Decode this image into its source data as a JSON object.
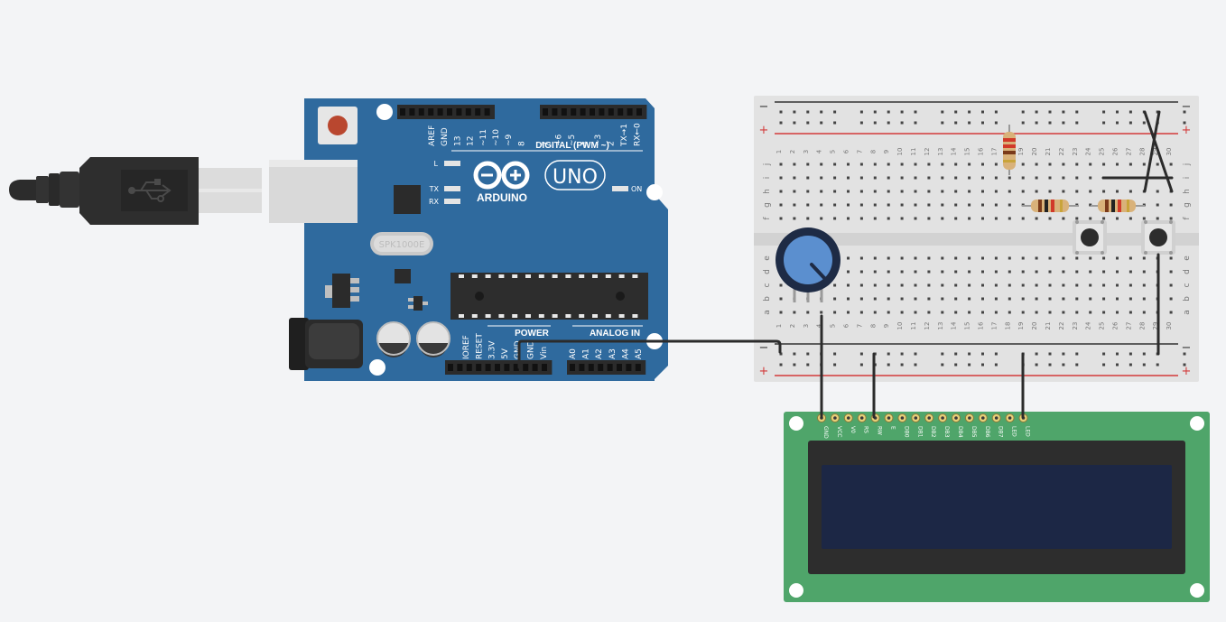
{
  "canvas": {
    "background": "#f3f4f6"
  },
  "colors": {
    "board": "#2f6a9e",
    "board_edge": "#26577f",
    "breadboard": "#e2e2e2",
    "rail_red": "#d33a3a",
    "rail_dark": "#333333",
    "lcd_pcb": "#4fa56a",
    "lcd_bezel": "#2d2d2d",
    "lcd_screen": "#1c2745",
    "wire": "#2b2b2b",
    "pot_knob": "#5b8fcf"
  },
  "usb_cable": {
    "icon": "usb-icon"
  },
  "arduino": {
    "brand": "ARDUINO",
    "model": "UNO",
    "crystal_label": "SPK1000E",
    "label_l": "L",
    "label_tx": "TX",
    "label_rx": "RX",
    "label_on": "ON",
    "digital_title": "DIGITAL (PWM ~)",
    "digital_pins": [
      "AREF",
      "GND",
      "13",
      "12",
      "~11",
      "~10",
      "~9",
      "8",
      "7",
      "~6",
      "~5",
      "4",
      "~3",
      "2",
      "TX→1",
      "RX←0"
    ],
    "power_title": "POWER",
    "power_pins": [
      "IOREF",
      "RESET",
      "3.3V",
      "5V",
      "GND",
      "GND",
      "Vin"
    ],
    "analog_title": "ANALOG IN",
    "analog_pins": [
      "A0",
      "A1",
      "A2",
      "A3",
      "A4",
      "A5"
    ]
  },
  "breadboard": {
    "rail_minus": "−",
    "rail_plus": "+",
    "columns": [
      "1",
      "2",
      "3",
      "4",
      "5",
      "6",
      "7",
      "8",
      "9",
      "10",
      "11",
      "12",
      "13",
      "14",
      "15",
      "16",
      "17",
      "18",
      "19",
      "20",
      "21",
      "22",
      "23",
      "24",
      "25",
      "26",
      "27",
      "28",
      "29",
      "30"
    ],
    "rows_top": [
      "j",
      "i",
      "h",
      "g",
      "f"
    ],
    "rows_bottom": [
      "e",
      "d",
      "c",
      "b",
      "a"
    ]
  },
  "lcd": {
    "pins": [
      "GND",
      "VCC",
      "V0",
      "RS",
      "RW",
      "E",
      "DB0",
      "DB1",
      "DB2",
      "DB3",
      "DB4",
      "DB5",
      "DB6",
      "DB7",
      "LED",
      "LED"
    ]
  }
}
